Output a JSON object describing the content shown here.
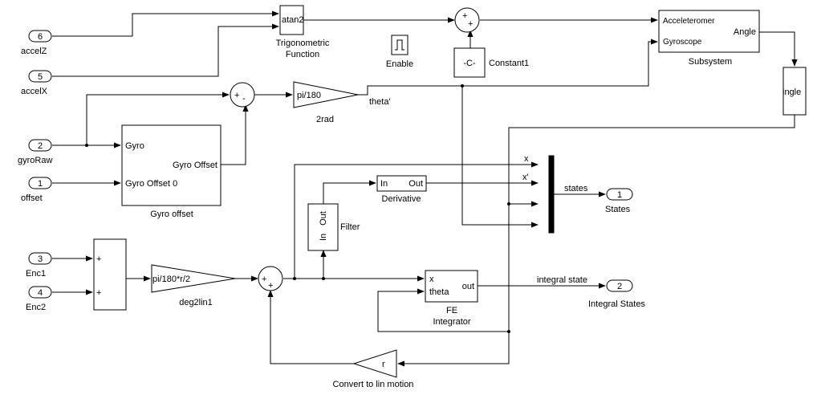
{
  "inports": {
    "accelZ": {
      "num": "6",
      "name": "accelZ"
    },
    "accelX": {
      "num": "5",
      "name": "accelX"
    },
    "gyroRaw": {
      "num": "2",
      "name": "gyroRaw"
    },
    "offset": {
      "num": "1",
      "name": "offset"
    },
    "enc1": {
      "num": "3",
      "name": "Enc1"
    },
    "enc2": {
      "num": "4",
      "name": "Enc2"
    }
  },
  "outports": {
    "states": {
      "num": "1",
      "name": "States"
    },
    "integral": {
      "num": "2",
      "name": "Integral States"
    }
  },
  "blocks": {
    "atan2": {
      "text": "atan2",
      "caption1": "Trigonometric",
      "caption2": "Function"
    },
    "enable": {
      "caption": "Enable"
    },
    "constant1": {
      "text": "-C-",
      "caption": "Constant1"
    },
    "subsystem": {
      "in1": "Acceleteromer",
      "in2": "Gyroscope",
      "out": "Angle",
      "caption": "Subsystem"
    },
    "angle_goto": {
      "text": "ingle"
    },
    "gain_2rad": {
      "text": "pi/180",
      "caption": "2rad"
    },
    "gyro_offset": {
      "in1": "Gyro",
      "in2": "Gyro Offset 0",
      "out": "Gyro Offset",
      "caption": "Gyro offset"
    },
    "derivative": {
      "in": "In",
      "out": "Out",
      "caption": "Derivative"
    },
    "filter": {
      "in": "In",
      "out": "Out",
      "caption": "Filter"
    },
    "enc_sum": {
      "plus1": "+",
      "plus2": "+"
    },
    "deg2lin": {
      "text": "pi/180*r/2",
      "caption": "deg2lin1"
    },
    "fe_integrator": {
      "in1": "x",
      "in2": "theta",
      "out": "out",
      "caption1": "FE",
      "caption2": "Integrator"
    },
    "convert": {
      "text": "r",
      "caption": "Convert to lin motion"
    }
  },
  "sums": {
    "top_sum": {
      "s1": "+",
      "s2": "+"
    },
    "gyro_sum": {
      "s1": "+",
      "s2": "-"
    },
    "main_sum": {
      "s1": "+",
      "s2": "+"
    }
  },
  "signals": {
    "theta_dot": "theta'",
    "x": "x",
    "x_dot": "x'",
    "states": "states",
    "integral_state": "integral state"
  }
}
